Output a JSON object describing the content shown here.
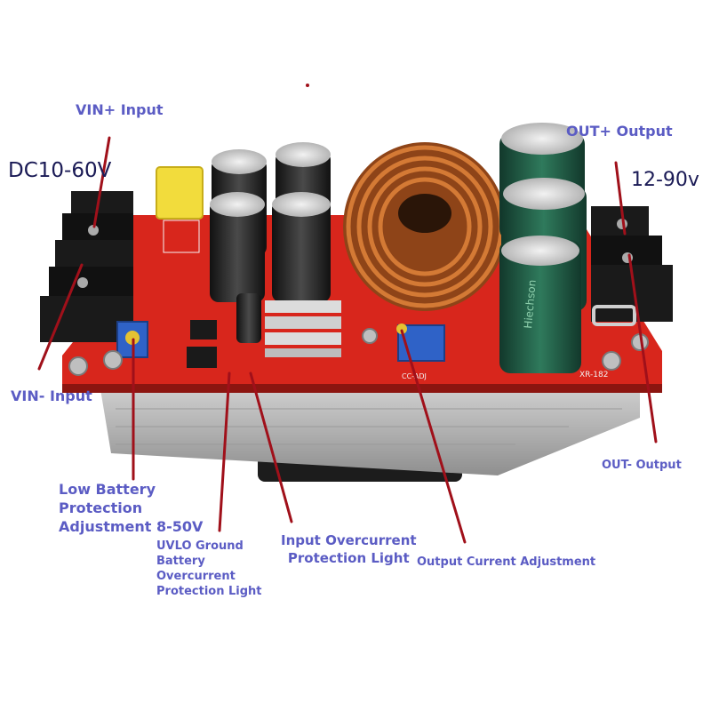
{
  "labels": {
    "vin_plus": "VIN+ Input",
    "dc_input_range": "DC10-60V",
    "vin_minus": "VIN- Input",
    "out_plus": "OUT+ Output",
    "out_voltage": "12-90v",
    "out_minus": "OUT- Output",
    "low_battery": [
      "Low Battery",
      "Protection",
      "Adjustment 8-50V"
    ],
    "uvlo": [
      "UVLO Ground",
      "Battery",
      "Overcurrent",
      "Protection Light"
    ],
    "input_overcurrent": [
      "Input Overcurrent",
      "Protection Light"
    ],
    "output_current_adj": "Output Current Adjustment"
  },
  "board_silkscreen": {
    "model": "XR-182",
    "brand": "Hiechson",
    "cc_adj": "CC-ADJ"
  },
  "colors": {
    "label": "#5b5cc4",
    "label_dark": "#1a1a55",
    "pointer_line": "#a0101a",
    "pcb": "#d8261c",
    "heatsink": "#b9b9b9",
    "copper": "#c66a2a",
    "capacitor_green": "#1f5a44",
    "capacitor_black": "#262626"
  }
}
